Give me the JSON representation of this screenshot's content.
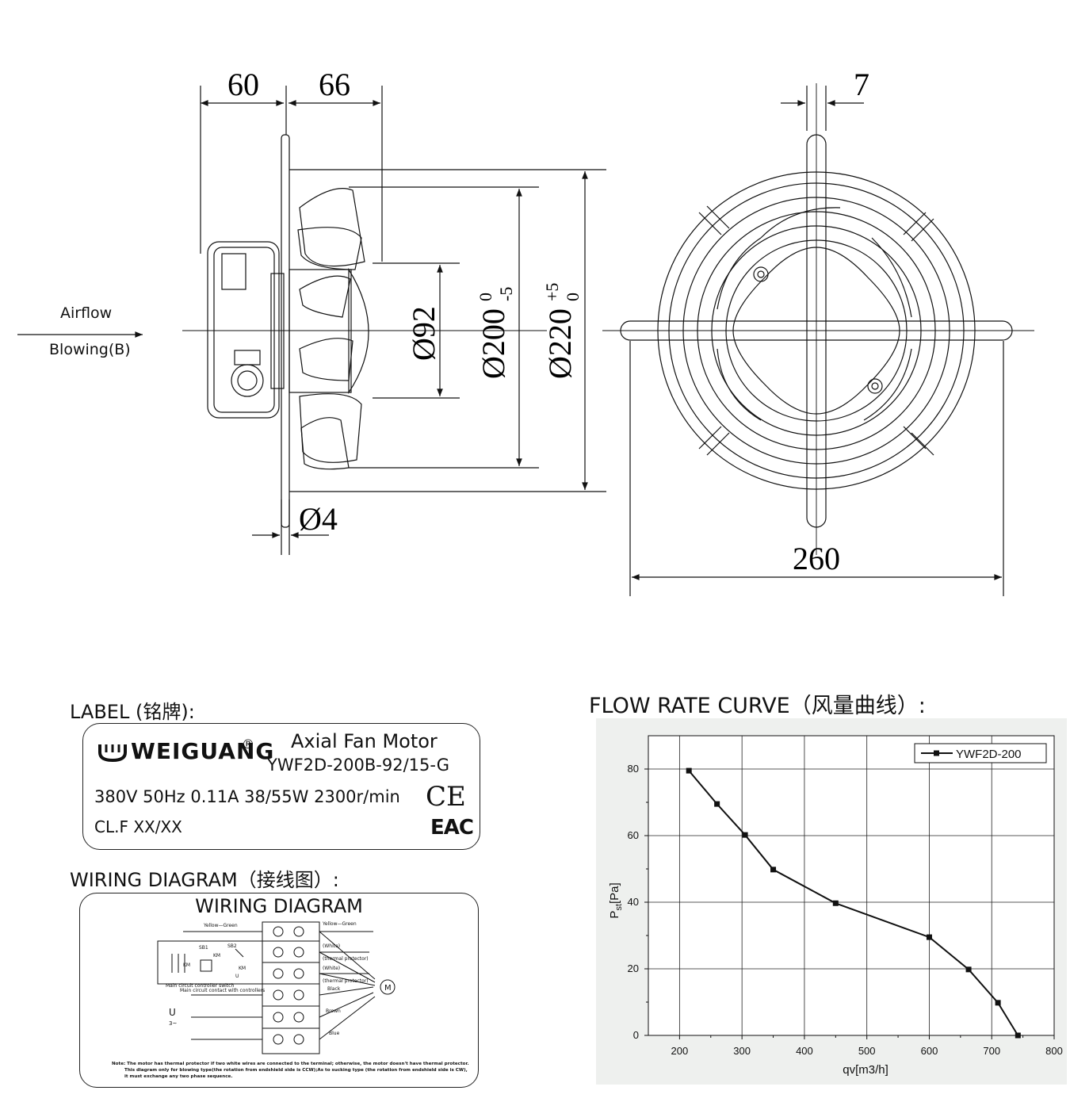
{
  "dimensions": {
    "d60": "60",
    "d66": "66",
    "d7": "7",
    "d4": "Ø4",
    "d260": "260",
    "d92": "Ø92",
    "d200": "Ø200",
    "d200_tol_top": "0",
    "d200_tol_bot": "-5",
    "d220": "Ø220",
    "d220_tol_top": "+5",
    "d220_tol_bot": "0"
  },
  "airflow": {
    "label": "Airflow",
    "mode": "Blowing(B)"
  },
  "label_section": {
    "heading": "LABEL (铭牌):",
    "brand": "WEIGUANG",
    "registered": "®",
    "product": "Axial Fan Motor",
    "model": "YWF2D-200B-92/15-G",
    "specs": "380V 50Hz 0.11A 38/55W 2300r/min",
    "class": "CL.F XX/XX",
    "ce_mark": "CE",
    "eac_mark": "EAC"
  },
  "wiring_section": {
    "heading": "WIRING DIAGRAM（接线图）:",
    "title": "WIRING DIAGRAM",
    "wire_top_left": "Yellow—Green",
    "wire_top_right": "Yellow—Green",
    "sb1": "SB1",
    "sb2": "SB2",
    "km": "KM",
    "km2": "KM",
    "km3": "KM",
    "u_label": "U",
    "main_switch": "Main circuit  controller switch",
    "main_contact": "Main circuit contact with controllers",
    "white1": "(White)",
    "thermal1": "(thermal protector)",
    "white2": "(White)",
    "thermal2": "(thermal protector)",
    "black": "Black",
    "brown": "Brown",
    "blue": "Blue",
    "motor": "M",
    "u3": "U",
    "u3_sub": "3~",
    "note1": "Note:  The motor has thermal protector if two white wires are connected to the terminal; otherwise, the motor doesn't have thermal protector.",
    "note2": "This diagram only for blowing type(the rotation from endshield side is CCW);As to sucking type (the rotation from endshield side is CW),",
    "note3": "it must exchange any two phase sequence."
  },
  "curve_section": {
    "heading": "FLOW RATE CURVE（风量曲线）:"
  },
  "chart_data": {
    "type": "line",
    "xlabel": "qv[m3/h]",
    "ylabel": "Pst[Pa]",
    "ylabel_main": "P",
    "ylabel_sub": "st",
    "ylabel_unit": "[Pa]",
    "xlim": [
      150,
      800
    ],
    "ylim": [
      0,
      90
    ],
    "xticks": [
      200,
      300,
      400,
      500,
      600,
      700,
      800
    ],
    "yticks": [
      0,
      20,
      40,
      60,
      80
    ],
    "grid": true,
    "legend": "top-right",
    "series": [
      {
        "name": "YWF2D-200",
        "x": [
          215,
          260,
          305,
          350,
          450,
          600,
          663,
          710,
          742
        ],
        "y": [
          79.5,
          69.5,
          60.2,
          49.8,
          39.7,
          29.5,
          19.8,
          9.8,
          0
        ]
      }
    ]
  }
}
